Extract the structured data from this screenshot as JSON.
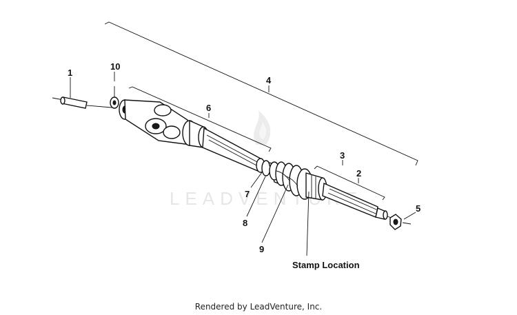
{
  "diagram": {
    "callouts": {
      "c1": "1",
      "c2": "2",
      "c3": "3",
      "c4": "4",
      "c5": "5",
      "c6": "6",
      "c7": "7",
      "c8": "8",
      "c9": "9",
      "c10": "10"
    },
    "stamp_label": "Stamp Location",
    "watermark": "LEADVENTURE",
    "credit": "Rendered by LeadVenture, Inc."
  }
}
